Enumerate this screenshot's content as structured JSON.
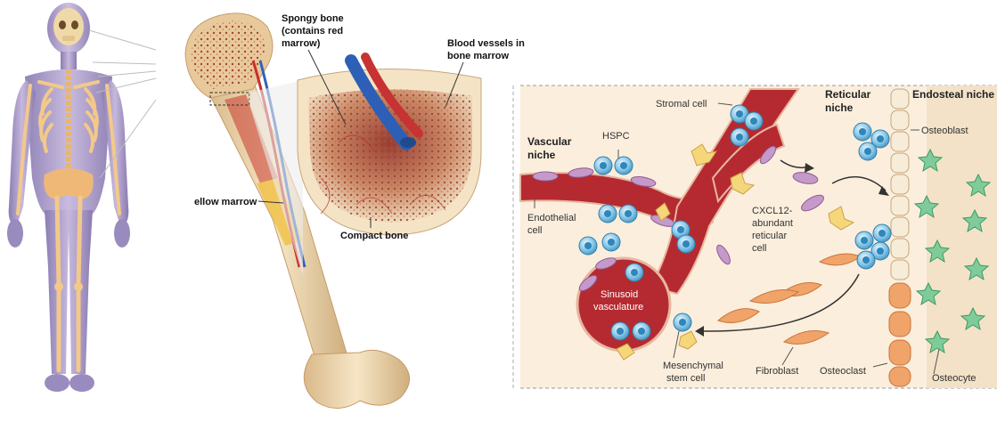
{
  "bone_panel": {
    "labels": {
      "spongy_line1": "Spongy bone",
      "spongy_line2": "(contains red",
      "spongy_line3": "marrow)",
      "vessels_line1": "Blood vessels in",
      "vessels_line2": "bone marrow",
      "yellow_marrow": "ellow marrow",
      "compact_bone": "Compact bone"
    }
  },
  "niche_panel": {
    "labels": {
      "vascular_line1": "Vascular",
      "vascular_line2": "niche",
      "hspc": "HSPC",
      "stromal_cell": "Stromal cell",
      "reticular_line1": "Reticular",
      "reticular_line2": "niche",
      "endosteal_niche": "Endosteal niche",
      "osteoblast": "Osteoblast",
      "endothelial_line1": "Endothelial",
      "endothelial_line2": "cell",
      "cxcl12_line1": "CXCL12-",
      "cxcl12_line2": "abundant",
      "cxcl12_line3": "reticular",
      "cxcl12_line4": "cell",
      "sinusoid_line1": "Sinusoid",
      "sinusoid_line2": "vasculature",
      "msc_line1": "Mesenchymal",
      "msc_line2": "stem cell",
      "fibroblast": "Fibroblast",
      "osteoclast": "Osteoclast",
      "osteocyte": "Osteocyte"
    }
  },
  "colors": {
    "vessel": "#b52a30",
    "hspc": "#69b3d8",
    "bone_beige": "#f1ddb5",
    "niche_bg": "#fbeedc",
    "osteoclast": "#f0a46a",
    "osteocyte": "#7fcb9a",
    "body_skin": "#b6a3cf",
    "skeleton": "#f3c98a"
  }
}
